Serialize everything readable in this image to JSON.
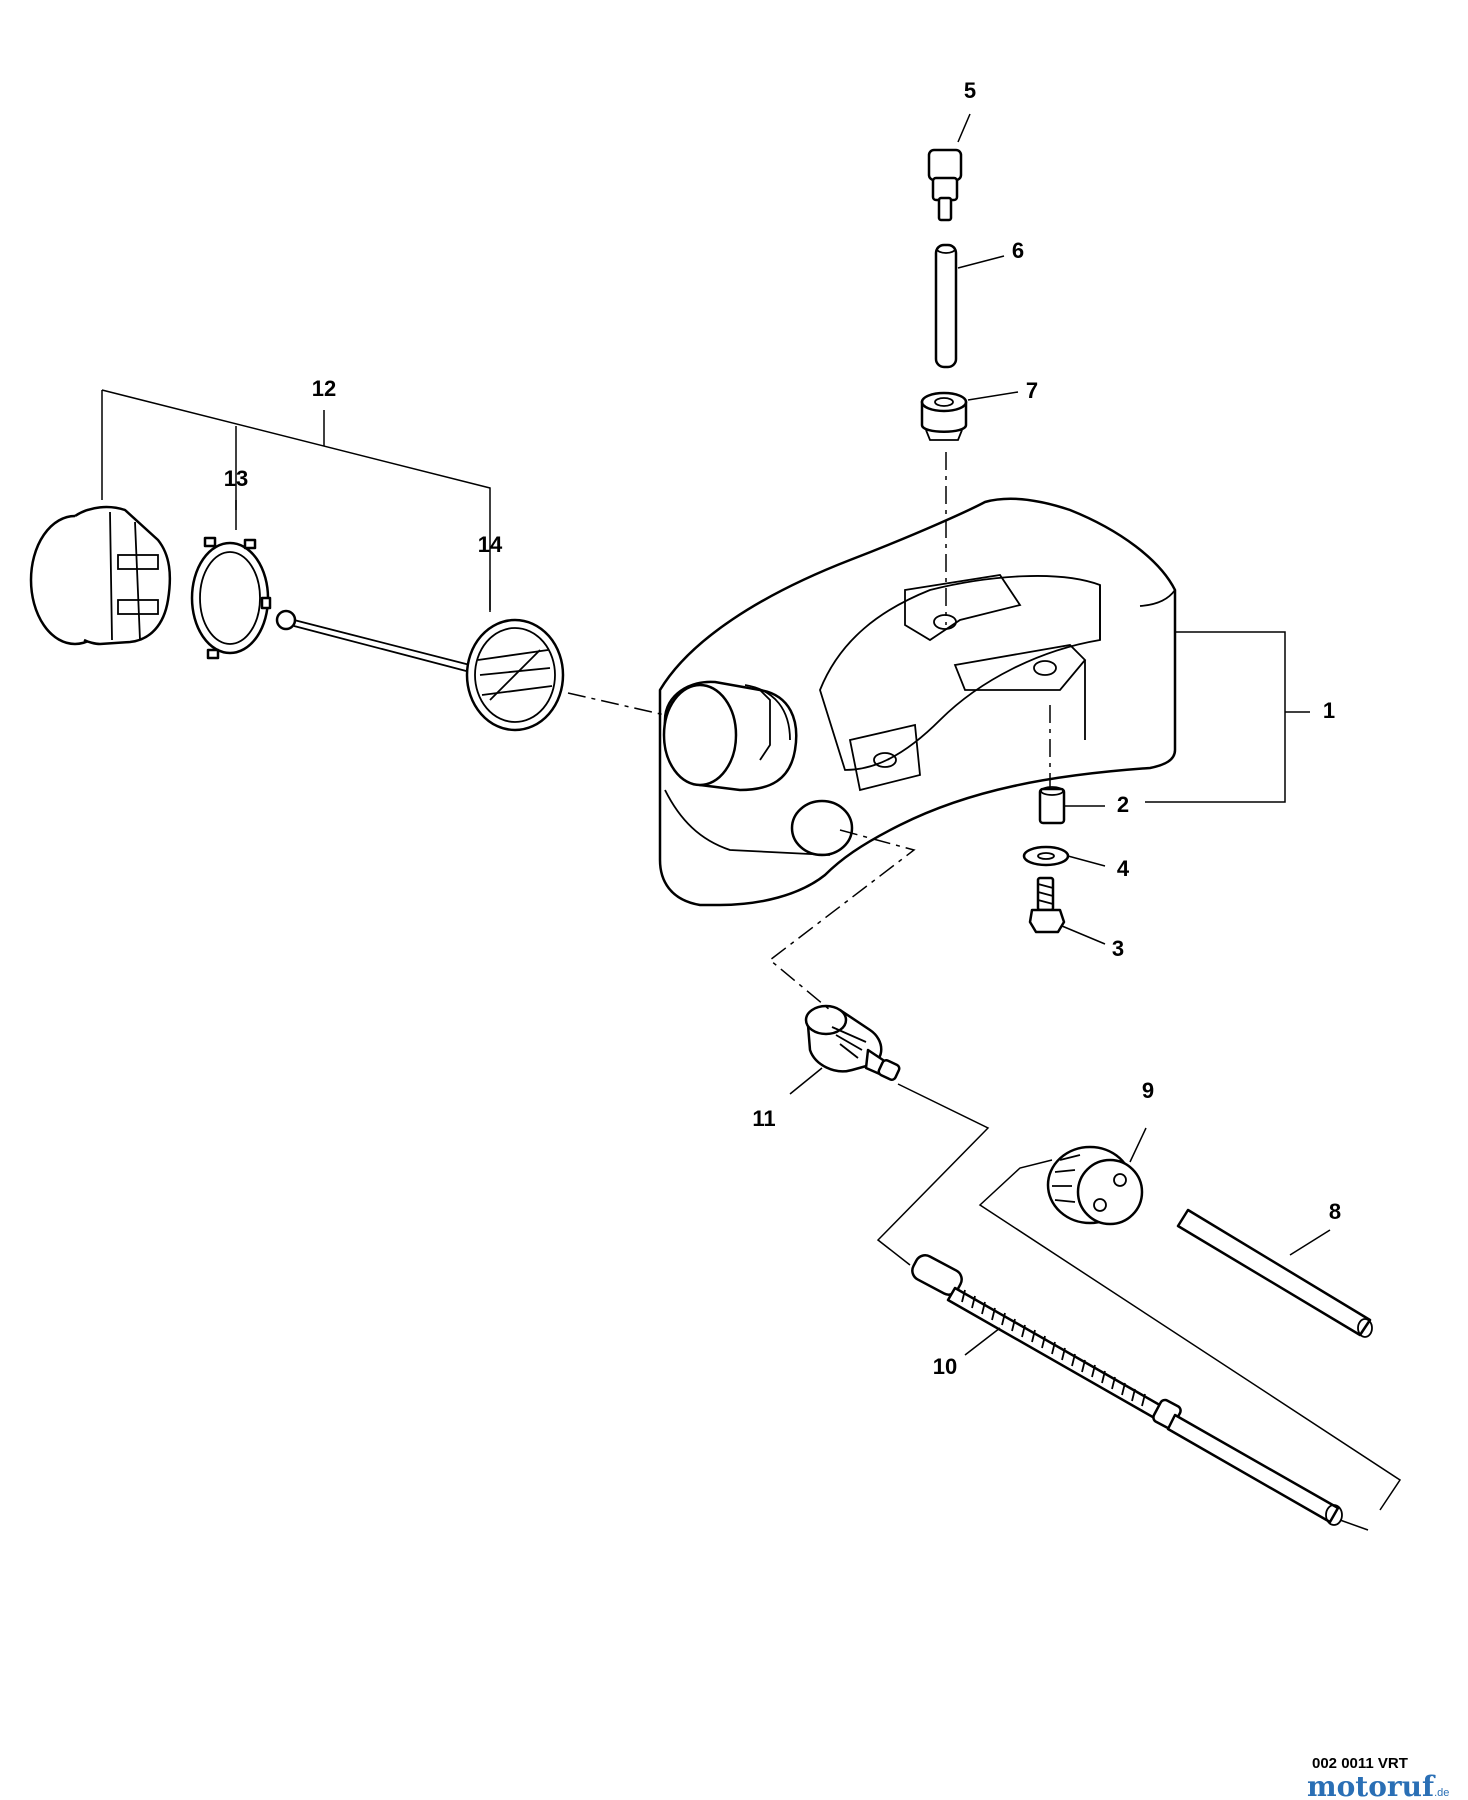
{
  "callouts": {
    "p1": "1",
    "p2": "2",
    "p3": "3",
    "p4": "4",
    "p5": "5",
    "p6": "6",
    "p7": "7",
    "p8": "8",
    "p9": "9",
    "p10": "10",
    "p11": "11",
    "p12": "12",
    "p13": "13",
    "p14": "14"
  },
  "footer": {
    "code": "002 0011 VRT",
    "watermark_main": "motoruf",
    "watermark_suffix": ".de"
  },
  "colors": {
    "ink": "#000000",
    "watermark_blue": "#2a6fb5",
    "watermark_orange": "#f0a020"
  }
}
